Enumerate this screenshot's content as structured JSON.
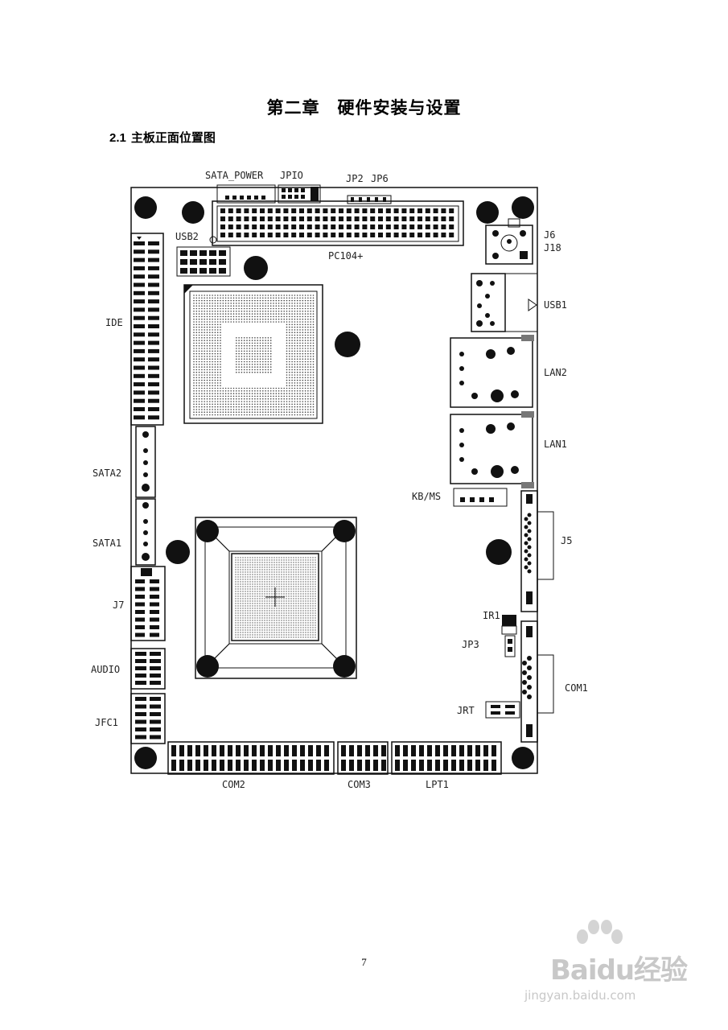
{
  "chapter_title": "第二章　硬件安装与设置",
  "section": {
    "number": "2.1",
    "title": "主板正面位置图"
  },
  "labels": {
    "sata_power": "SATA_POWER",
    "jpio": "JPIO",
    "jp2": "JP2",
    "jp6": "JP6",
    "usb2": "USB2",
    "pc104": "PC104+",
    "j6": "J6",
    "j18": "J18",
    "usb1": "USB1",
    "lan2": "LAN2",
    "lan1": "LAN1",
    "ide": "IDE",
    "sata2": "SATA2",
    "sata1": "SATA1",
    "j7": "J7",
    "audio": "AUDIO",
    "jfc1": "JFC1",
    "kbms": "KB/MS",
    "j5": "J5",
    "ir1": "IR1",
    "jp3": "JP3",
    "com1": "COM1",
    "jrt": "JRT",
    "com2": "COM2",
    "com3": "COM3",
    "lpt1": "LPT1"
  },
  "page_number": "7",
  "watermark": {
    "logo": "Baidu经验",
    "url": "jingyan.baidu.com"
  }
}
